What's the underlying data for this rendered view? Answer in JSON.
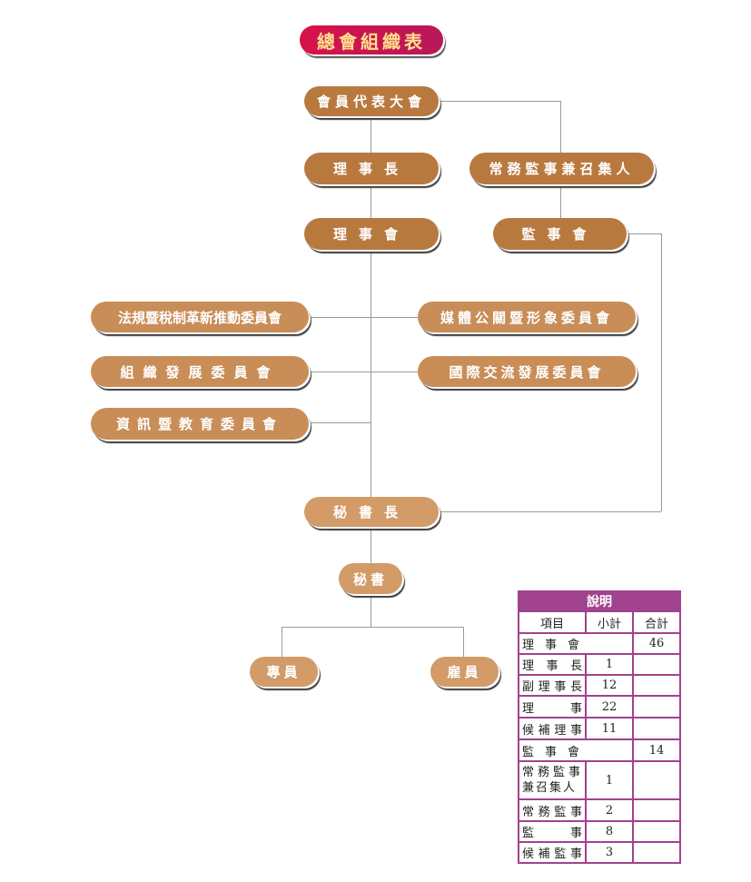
{
  "title": "總會組織表",
  "nodes": {
    "assembly": "會員代表大會",
    "chairman": "理事長",
    "convener": "常務監事兼召集人",
    "board": "理事會",
    "supervisors": "監事會",
    "committee_law": "法規暨稅制革新推動委員會",
    "committee_media": "媒體公關暨形象委員會",
    "committee_org": "組織發展委員會",
    "committee_intl": "國際交流發展委員會",
    "committee_info": "資訊暨教育委員會",
    "secretary_general": "秘書長",
    "secretary": "秘書",
    "specialist": "專員",
    "employee": "雇員"
  },
  "legend": {
    "caption": "說明",
    "headers": [
      "項目",
      "小計",
      "合計"
    ],
    "rows": [
      {
        "item": "理事會",
        "subtotal": "",
        "total": "46"
      },
      {
        "item": "理事長",
        "subtotal": "1",
        "total": ""
      },
      {
        "item": "副理事長",
        "subtotal": "12",
        "total": ""
      },
      {
        "item": "理事",
        "subtotal": "22",
        "total": ""
      },
      {
        "item": "候補理事",
        "subtotal": "11",
        "total": ""
      },
      {
        "item": "監事會",
        "subtotal": "",
        "total": "14"
      },
      {
        "item": "常務監事兼召集人",
        "subtotal": "1",
        "total": ""
      },
      {
        "item": "常務監事",
        "subtotal": "2",
        "total": ""
      },
      {
        "item": "監事",
        "subtotal": "8",
        "total": ""
      },
      {
        "item": "候補監事",
        "subtotal": "3",
        "total": ""
      }
    ]
  }
}
